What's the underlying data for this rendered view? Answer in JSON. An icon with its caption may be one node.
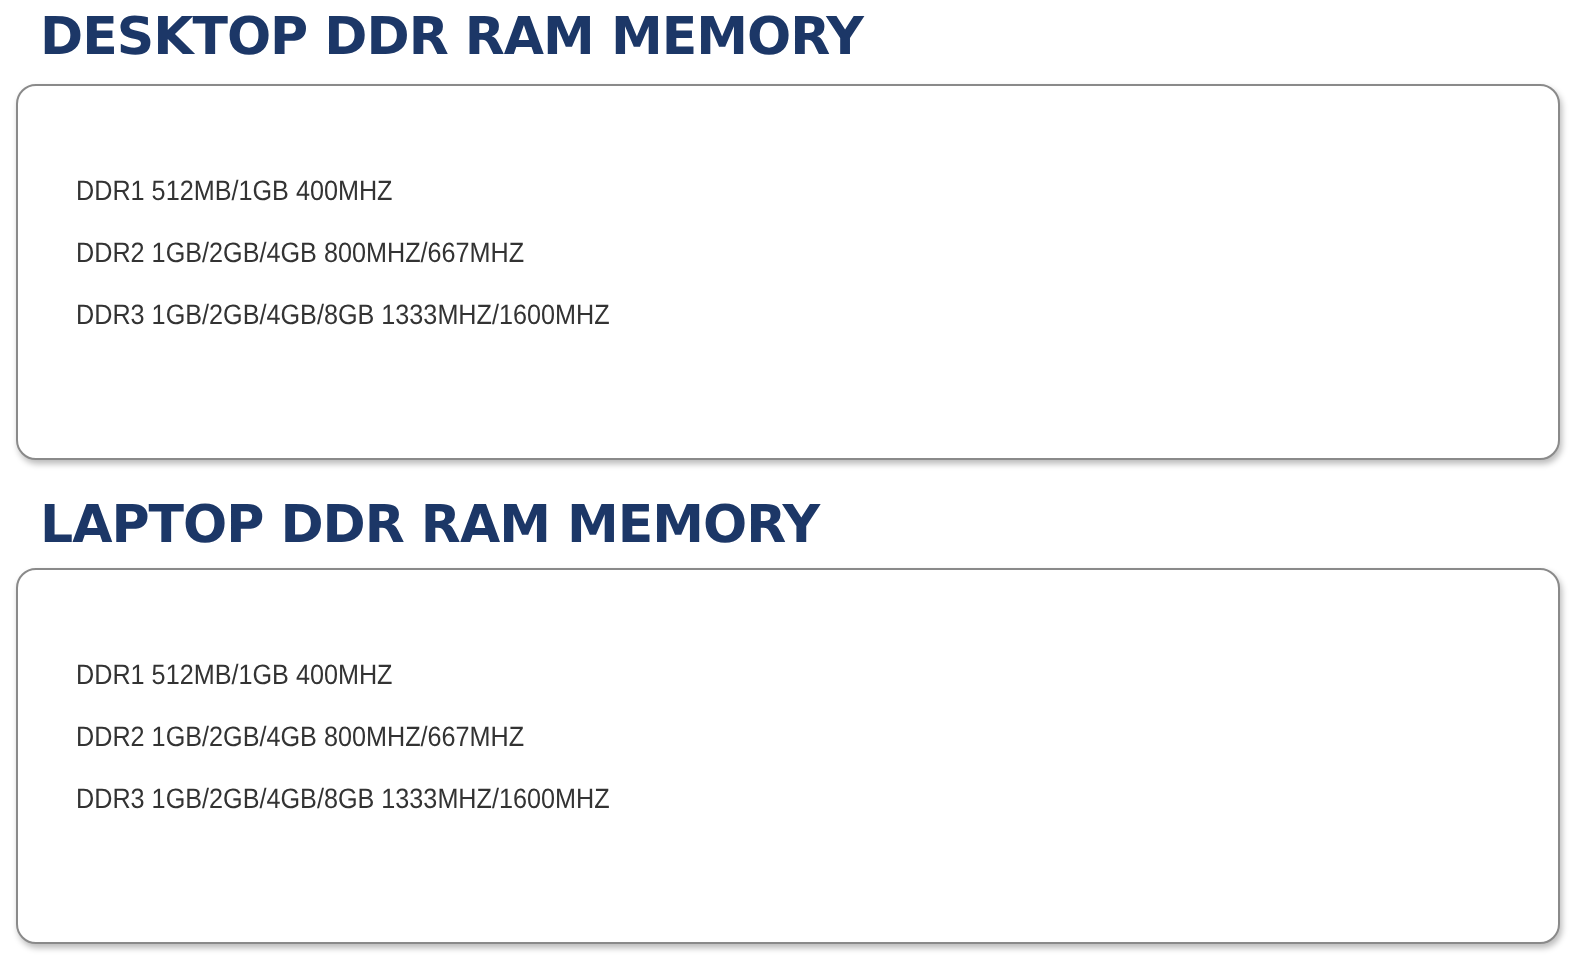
{
  "diagram": {
    "nodes": [
      {
        "text": [
          "DESKTOP DDR RAM MEMORY",
          "DDR1 512MB/1GB 400MHZ",
          "DDR2 1GB/2GB/4GB 800MHZ/667MHZ",
          "DDR3 1GB/2GB/4GB/8GB 1333MHZ/1600MHZ"
        ]
      },
      {
        "text": [
          "LAPTOP DDR RAM MEMORY",
          "DDR1 512MB/1GB 400MHZ",
          "DDR2 1GB/2GB/4GB 800MHZ/667MHZ",
          "DDR3 1GB/2GB/4GB/8GB 1333MHZ/1600MHZ"
        ]
      }
    ],
    "edges": []
  }
}
